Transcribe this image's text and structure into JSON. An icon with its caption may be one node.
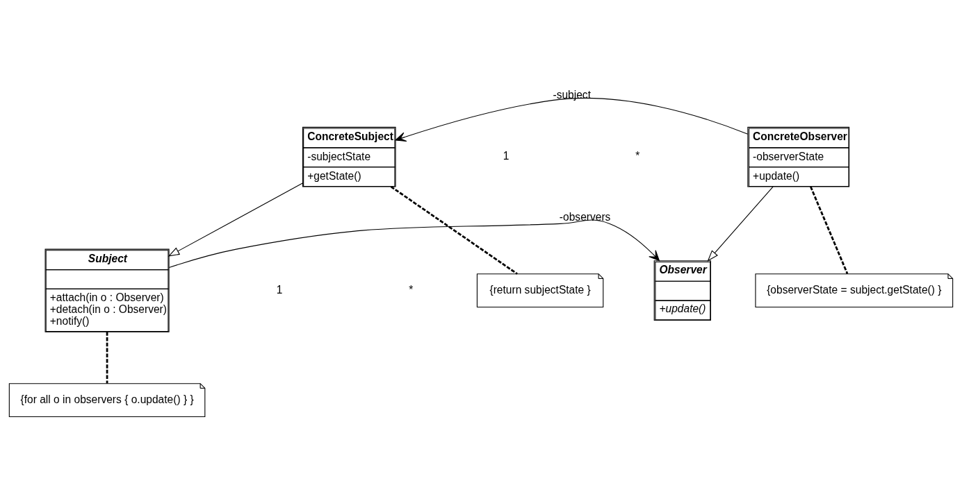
{
  "diagram": {
    "nodes": [
      {
        "text": [
          "Subject",
          "+attach(in o : Observer)",
          "+detach(in o : Observer)",
          "+notify()"
        ]
      },
      {
        "text": [
          "Observer",
          "+update()"
        ]
      },
      {
        "text": [
          "{for all o in observers { o.update() } }"
        ]
      },
      {
        "text": [
          "ConcreteSubject",
          "-subjectState",
          "+getState()"
        ]
      },
      {
        "text": [
          "ConcreteObserver",
          "-observerState",
          "+update()"
        ]
      },
      {
        "text": [
          "{return subjectState }"
        ]
      },
      {
        "text": [
          "{observerState = subject.getState() }"
        ]
      }
    ],
    "edges": [
      {
        "from": 0,
        "to": 1,
        "arrow": "to",
        "label": "-observers"
      },
      {
        "from": 0,
        "to": 2,
        "arrow": "none",
        "style": "dashed"
      },
      {
        "from": 3,
        "to": 0,
        "arrow": "to"
      },
      {
        "from": 4,
        "to": 1,
        "arrow": "to"
      },
      {
        "from": 4,
        "to": 3,
        "arrow": "to",
        "label": "-subject"
      },
      {
        "from": 3,
        "to": 5,
        "arrow": "none",
        "style": "dashed"
      },
      {
        "from": 4,
        "to": 6,
        "arrow": "none",
        "style": "dashed"
      }
    ],
    "labels": [
      "1",
      "*",
      "1",
      "*"
    ]
  }
}
